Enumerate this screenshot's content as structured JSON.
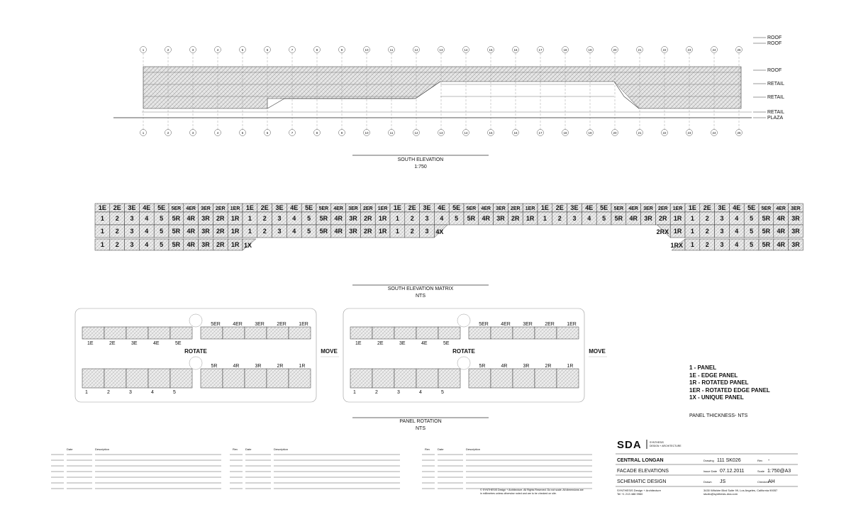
{
  "elevation": {
    "grid_labels": [
      "1",
      "2",
      "3",
      "4",
      "5",
      "6",
      "7",
      "8",
      "9",
      "10",
      "11",
      "12",
      "13",
      "14",
      "15",
      "16",
      "17",
      "18",
      "19",
      "20",
      "21",
      "22",
      "23",
      "24",
      "25"
    ],
    "levels": [
      {
        "tag": "ROOF"
      },
      {
        "tag": "ROOF"
      },
      {
        "tag": "ROOF"
      },
      {
        "tag": "RETAIL"
      },
      {
        "tag": "RETAIL"
      },
      {
        "tag": "RETAIL"
      },
      {
        "tag": "PLAZA"
      }
    ],
    "title": "SOUTH ELEVATION",
    "scale": "1:750"
  },
  "matrix": {
    "header": [
      "1E",
      "2E",
      "3E",
      "4E",
      "5E",
      "5ER",
      "4ER",
      "3ER",
      "2ER",
      "1ER",
      "1E",
      "2E",
      "3E",
      "4E",
      "5E",
      "5ER",
      "4ER",
      "3ER",
      "2ER",
      "1ER",
      "1E",
      "2E",
      "3E",
      "4E",
      "5E",
      "5ER",
      "4ER",
      "3ER",
      "2ER",
      "1ER",
      "1E",
      "2E",
      "3E",
      "4E",
      "5E",
      "5ER",
      "4ER",
      "3ER",
      "2ER",
      "1ER",
      "1E",
      "2E",
      "3E",
      "4E",
      "5E",
      "5ER",
      "4ER",
      "3ER"
    ],
    "row1": [
      "1",
      "2",
      "3",
      "4",
      "5",
      "5R",
      "4R",
      "3R",
      "2R",
      "1R",
      "1",
      "2",
      "3",
      "4",
      "5",
      "5R",
      "4R",
      "3R",
      "2R",
      "1R",
      "1",
      "2",
      "3",
      "4",
      "5",
      "5R",
      "4R",
      "3R",
      "2R",
      "1R",
      "1",
      "2",
      "3",
      "4",
      "5",
      "5R",
      "4R",
      "3R",
      "2R",
      "1R",
      "1",
      "2",
      "3",
      "4",
      "5",
      "5R",
      "4R",
      "3R"
    ],
    "row2_left": [
      "1",
      "2",
      "3",
      "4",
      "5",
      "5R",
      "4R",
      "3R",
      "2R",
      "1R",
      "1",
      "2",
      "3",
      "4",
      "5",
      "5R",
      "4R",
      "3R",
      "2R",
      "1R",
      "1",
      "2",
      "3"
    ],
    "row2_left_end": "4X",
    "row2_right_start": "2RX",
    "row2_right": [
      "1R",
      "1",
      "2",
      "3",
      "4",
      "5",
      "5R",
      "4R",
      "3R"
    ],
    "row3_left": [
      "1",
      "2",
      "3",
      "4",
      "5",
      "5R",
      "4R",
      "3R",
      "2R",
      "1R"
    ],
    "row3_left_end": "1X",
    "row3_right_start": "1RX",
    "row3_right": [
      "1",
      "2",
      "3",
      "4",
      "5",
      "5R",
      "4R",
      "3R"
    ],
    "title": "SOUTH ELEVATION MATRIX",
    "scale": "NTS"
  },
  "rotation": {
    "edge_labels": [
      "1E",
      "2E",
      "3E",
      "4E",
      "5E"
    ],
    "edge_rot_labels": [
      "5ER",
      "4ER",
      "3ER",
      "2ER",
      "1ER"
    ],
    "panel_labels": [
      "1",
      "2",
      "3",
      "4",
      "5"
    ],
    "panel_rot_labels": [
      "5R",
      "4R",
      "3R",
      "2R",
      "1R"
    ],
    "rotate": "ROTATE",
    "move": "MOVE",
    "title": "PANEL ROTATION",
    "scale": "NTS"
  },
  "legend": {
    "items": [
      "1 - PANEL",
      "1E - EDGE PANEL",
      "1R - ROTATED PANEL",
      "1ER - ROTATED EDGE PANEL",
      "1X - UNIQUE PANEL"
    ],
    "thickness": "PANEL THICKNESS- NTS"
  },
  "revisions": [
    {
      "c1": "",
      "c2": "Date",
      "c3": "Description"
    },
    {
      "c1": "Rev",
      "c2": "Date",
      "c3": "Description"
    },
    {
      "c1": "Rev",
      "c2": "Date",
      "c3": "Description"
    }
  ],
  "title_block": {
    "logo": "SDA",
    "firm_small_1": "SYNTHESIS",
    "firm_small_2": "DESIGN + ARCHITECTURE",
    "project": "CENTRAL LONGAN",
    "drawing_label": "Drawing",
    "drawing": "111 SK026",
    "rev_label": "Rev",
    "rev": "-",
    "sheet": "FACADE ELEVATIONS",
    "issue_label": "Issue Date",
    "issue_date": "07.12.2011",
    "scale_label": "Scale",
    "scale": "1:750@A3",
    "phase": "SCHEMATIC DESIGN",
    "drawn_label": "Drawn",
    "drawn": "JS",
    "checked_label": "Checked",
    "checked": "AH",
    "firm_name": "SYNTHESIS Design + Architecture",
    "tel": "Tel +1 213 488 9960",
    "address": "3430 Wilshire Blvd Suite 99, Los Angeles, California 90057",
    "email": "studio@synthesis-dna.com",
    "copyright_1": "© SYNTHESIS Design + Architecture. All Rights Reserved. Do not scale. All dimensions are",
    "copyright_2": "in millimetres unless otherwise noted and are to be checked on site."
  }
}
